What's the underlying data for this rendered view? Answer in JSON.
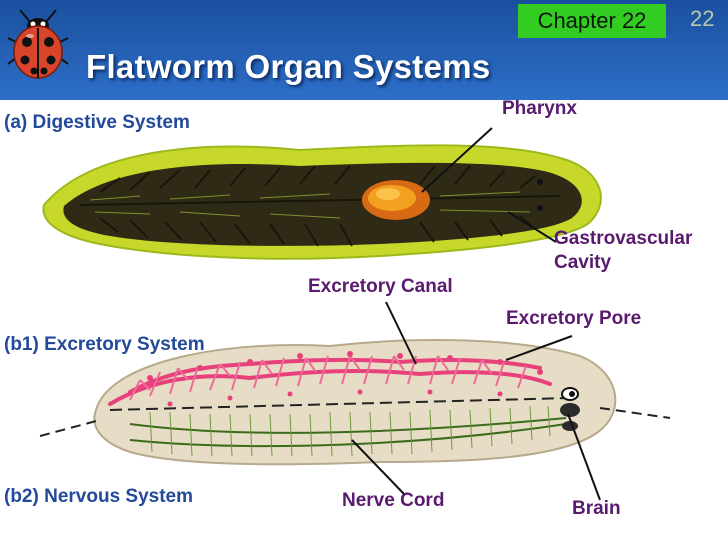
{
  "header": {
    "chapter_label": "Chapter 22",
    "slide_number": "22",
    "title": "Flatworm Organ Systems",
    "logo_icon": "ladybug-icon"
  },
  "sections": {
    "digestive": "(a) Digestive System",
    "excretory": "(b1) Excretory System",
    "nervous": "(b2) Nervous System"
  },
  "labels": {
    "pharynx": "Pharynx",
    "gastrovascular_1": "Gastrovascular",
    "gastrovascular_2": "Cavity",
    "excretory_canal": "Excretory Canal",
    "excretory_pore": "Excretory Pore",
    "nerve_cord": "Nerve Cord",
    "brain": "Brain"
  },
  "colors": {
    "header_blue": "#2d6fc8",
    "badge_green": "#33cc22",
    "section_text": "#234a9a",
    "label_text": "#5a1a6e",
    "canal_pink": "#e8407a",
    "nerve_green": "#3a6b1a"
  }
}
